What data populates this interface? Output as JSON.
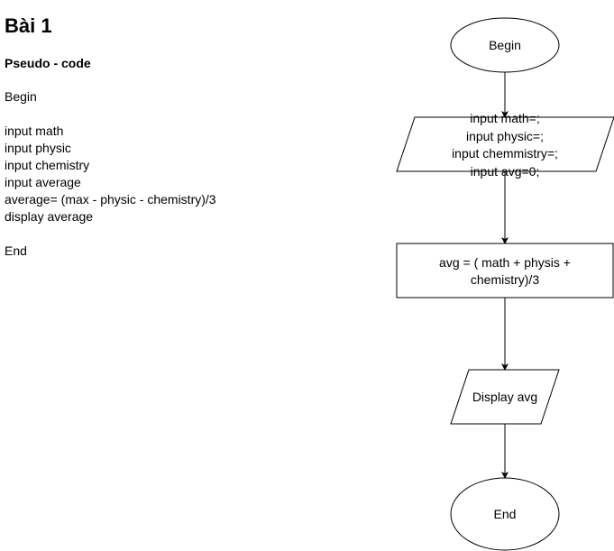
{
  "document": {
    "title": "Bài 1",
    "subtitle": "Pseudo - code",
    "pseudocode": [
      "Begin",
      "",
      "input math",
      "input physic",
      "input chemistry",
      "input average",
      "average= (max - physic - chemistry)/3",
      "display average",
      "",
      "End"
    ]
  },
  "flowchart": {
    "begin": "Begin",
    "input_lines": [
      "input math=;",
      "input physic=;",
      "input chemmistry=;",
      "input avg=0;"
    ],
    "process_lines": [
      "avg = ( math + physis +",
      "chemistry)/3"
    ],
    "display": "Display avg",
    "end": "End"
  }
}
